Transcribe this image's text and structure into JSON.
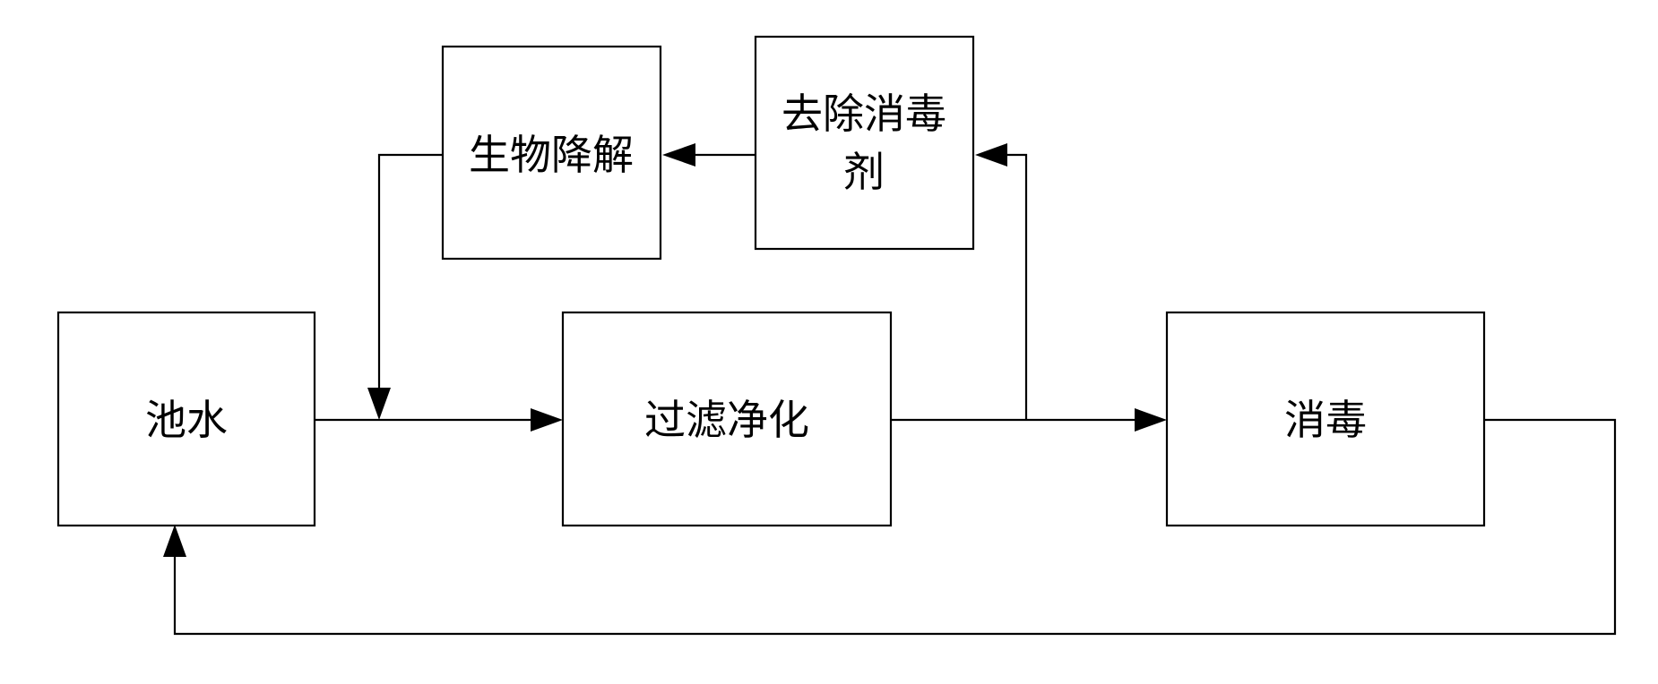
{
  "diagram": {
    "nodes": {
      "pool_water": "池水",
      "filtration": "过滤净化",
      "disinfection": "消毒",
      "biodegradation": "生物降解",
      "disinfectant_removal_line1": "去除消毒",
      "disinfectant_removal_line2": "剂"
    }
  }
}
